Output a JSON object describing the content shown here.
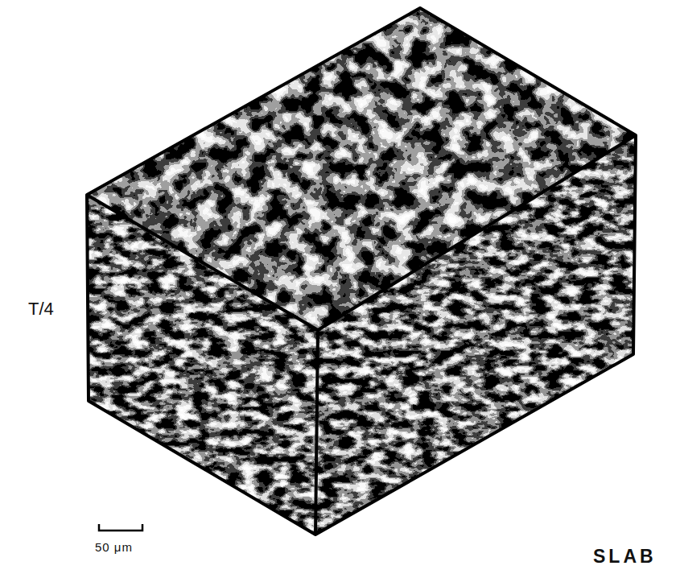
{
  "diagram": {
    "labels": [
      "T/4",
      "50 μm",
      "SLAB"
    ]
  }
}
